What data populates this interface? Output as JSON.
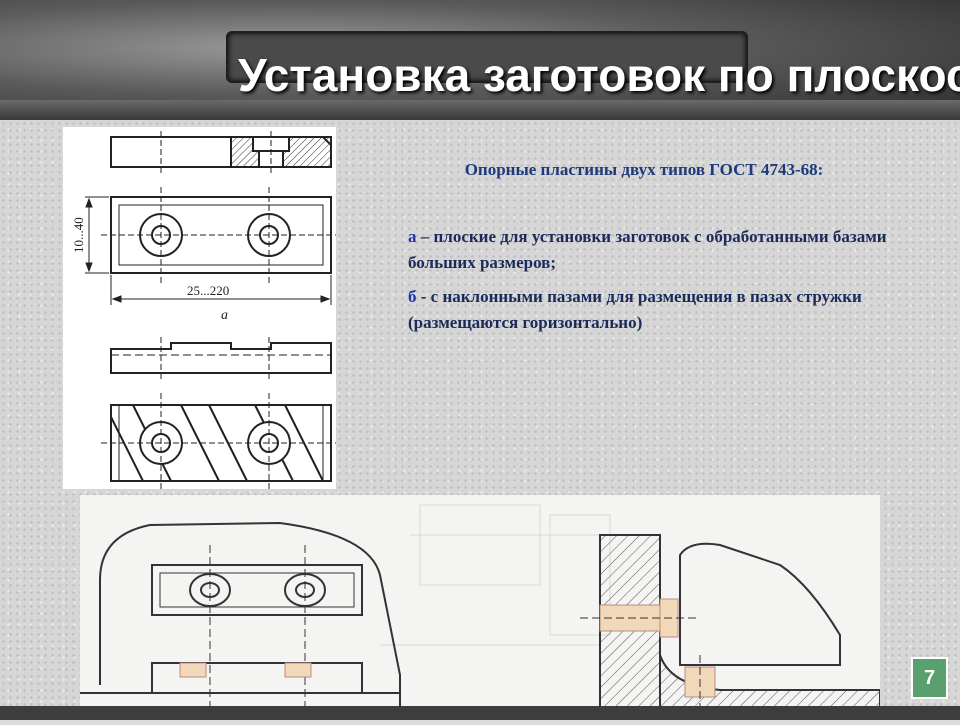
{
  "slide": {
    "title": "Установка заготовок по плоскости",
    "number": "7"
  },
  "text": {
    "heading": "Опорные пластины двух типов ГОСТ 4743-68:",
    "item_a_marker": "а",
    "item_a_text": " – плоские  для установки заготовок с обработанными базами больших размеров;",
    "item_b_marker": "б",
    "item_b_text": " - с наклонными пазами для размещения в пазах стружки (размещаются горизонтально)"
  },
  "drawing": {
    "dim_height": "10...40",
    "dim_length": "25...220",
    "label_a": "а"
  },
  "colors": {
    "heading": "#1f3a7a",
    "body_text": "#1a2a5a",
    "slide_number_bg": "#5aa06e"
  }
}
